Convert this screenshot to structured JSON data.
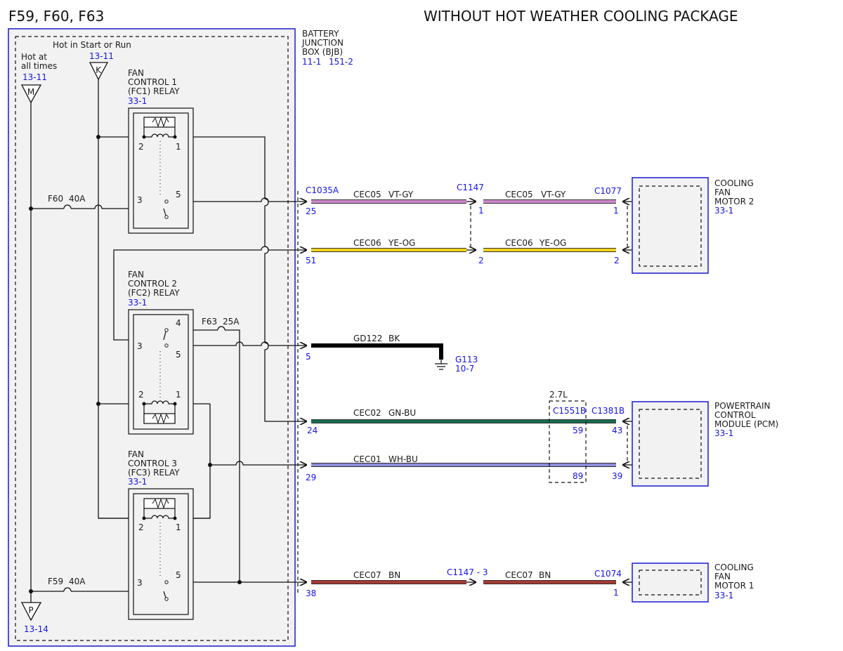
{
  "title_left": "F59, F60, F63",
  "title_right": "WITHOUT HOT WEATHER COOLING PACKAGE",
  "bjb": {
    "lines": [
      "BATTERY",
      "JUNCTION",
      "BOX (BJB)"
    ],
    "ref1": "11-1",
    "ref2": "151-2"
  },
  "power": {
    "hot_start": "Hot in Start or Run",
    "hot_start_ref": "13-11",
    "hot_start_letter": "K",
    "hot_all": [
      "Hot at",
      "all times"
    ],
    "hot_all_ref": "13-11",
    "hot_all_letter": "M",
    "bottom_letter": "P",
    "bottom_ref": "13-14"
  },
  "relays": {
    "fc1": {
      "lines": [
        "FAN",
        "CONTROL 1",
        "(FC1) RELAY"
      ],
      "ref": "33-1",
      "pins": [
        "2",
        "1",
        "3",
        "5"
      ]
    },
    "fc2": {
      "lines": [
        "FAN",
        "CONTROL 2",
        "(FC2) RELAY"
      ],
      "ref": "33-1",
      "pins": [
        "4",
        "3",
        "5",
        "2",
        "1"
      ]
    },
    "fc3": {
      "lines": [
        "FAN",
        "CONTROL 3",
        "(FC3) RELAY"
      ],
      "ref": "33-1",
      "pins": [
        "2",
        "1",
        "3",
        "5"
      ]
    }
  },
  "fuses": {
    "f60": {
      "name": "F60",
      "rating": "40A"
    },
    "f63": {
      "name": "F63",
      "rating": "25A"
    },
    "f59": {
      "name": "F59",
      "rating": "40A"
    }
  },
  "connectors": {
    "c1035a": "C1035A",
    "c1147": "C1147",
    "c1147_3": "C1147 - 3",
    "c1077": "C1077",
    "c1551b": "C1551B",
    "c1381b": "C1381B",
    "c1074": "C1074",
    "option": "2.7L"
  },
  "wires": {
    "cec05": {
      "circuit": "CEC05",
      "color": "VT-GY",
      "hex": "#cc88cc"
    },
    "cec06": {
      "circuit": "CEC06",
      "color": "YE-OG",
      "hex": "#f2d21c"
    },
    "gd122": {
      "circuit": "GD122",
      "color": "BK",
      "hex": "#000000"
    },
    "cec02": {
      "circuit": "CEC02",
      "color": "GN-BU",
      "hex": "#176b4f"
    },
    "cec01": {
      "circuit": "CEC01",
      "color": "WH-BU",
      "hex": "#8c8cd8"
    },
    "cec07": {
      "circuit": "CEC07",
      "color": "BN",
      "hex": "#a63a32"
    }
  },
  "pins": {
    "bjb_cec05": "25",
    "bjb_cec06": "51",
    "bjb_gd122": "5",
    "bjb_cec02": "24",
    "bjb_cec01": "29",
    "bjb_cec07": "38",
    "c1147_cec05": "1",
    "c1147_cec06": "2",
    "motor2_cec05": "1",
    "motor2_cec06": "2",
    "c1551b_cec02": "59",
    "c1551b_cec01": "89",
    "pcm_cec02": "43",
    "pcm_cec01": "39",
    "motor1_cec07": "1"
  },
  "ground": {
    "name": "G113",
    "ref": "10-7"
  },
  "components": {
    "motor2": {
      "lines": [
        "COOLING",
        "FAN",
        "MOTOR 2"
      ],
      "ref": "33-1"
    },
    "pcm": {
      "lines": [
        "POWERTRAIN",
        "CONTROL",
        "MODULE (PCM)"
      ],
      "ref": "33-1"
    },
    "motor1": {
      "lines": [
        "COOLING",
        "FAN",
        "MOTOR 1"
      ],
      "ref": "33-1"
    }
  }
}
